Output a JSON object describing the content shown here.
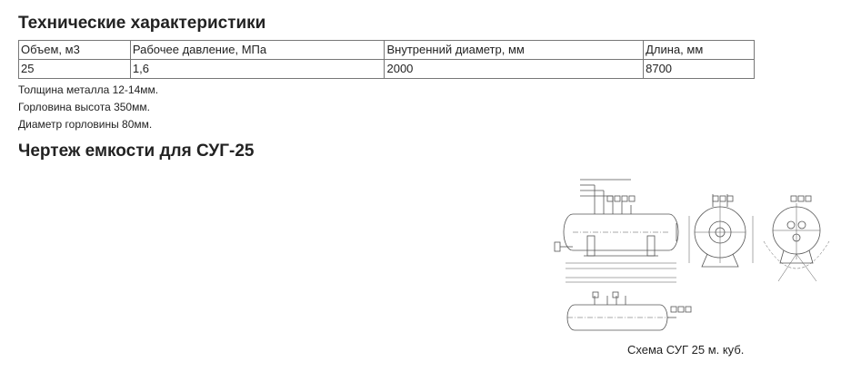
{
  "spec_title": "Технические характеристики",
  "table": {
    "headers": [
      "Объем, м3",
      "Рабочее давление, МПа",
      "Внутренний диаметр, мм",
      "Длина, мм"
    ],
    "rows": [
      [
        "25",
        "1,6",
        "2000",
        "8700"
      ]
    ]
  },
  "notes": [
    "Толщина металла 12-14мм.",
    "Горловина высота 350мм.",
    "Диаметр горловины 80мм."
  ],
  "drawing_title": "Чертеж емкости для СУГ-25",
  "image_caption": "Схема СУГ 25 м. куб."
}
